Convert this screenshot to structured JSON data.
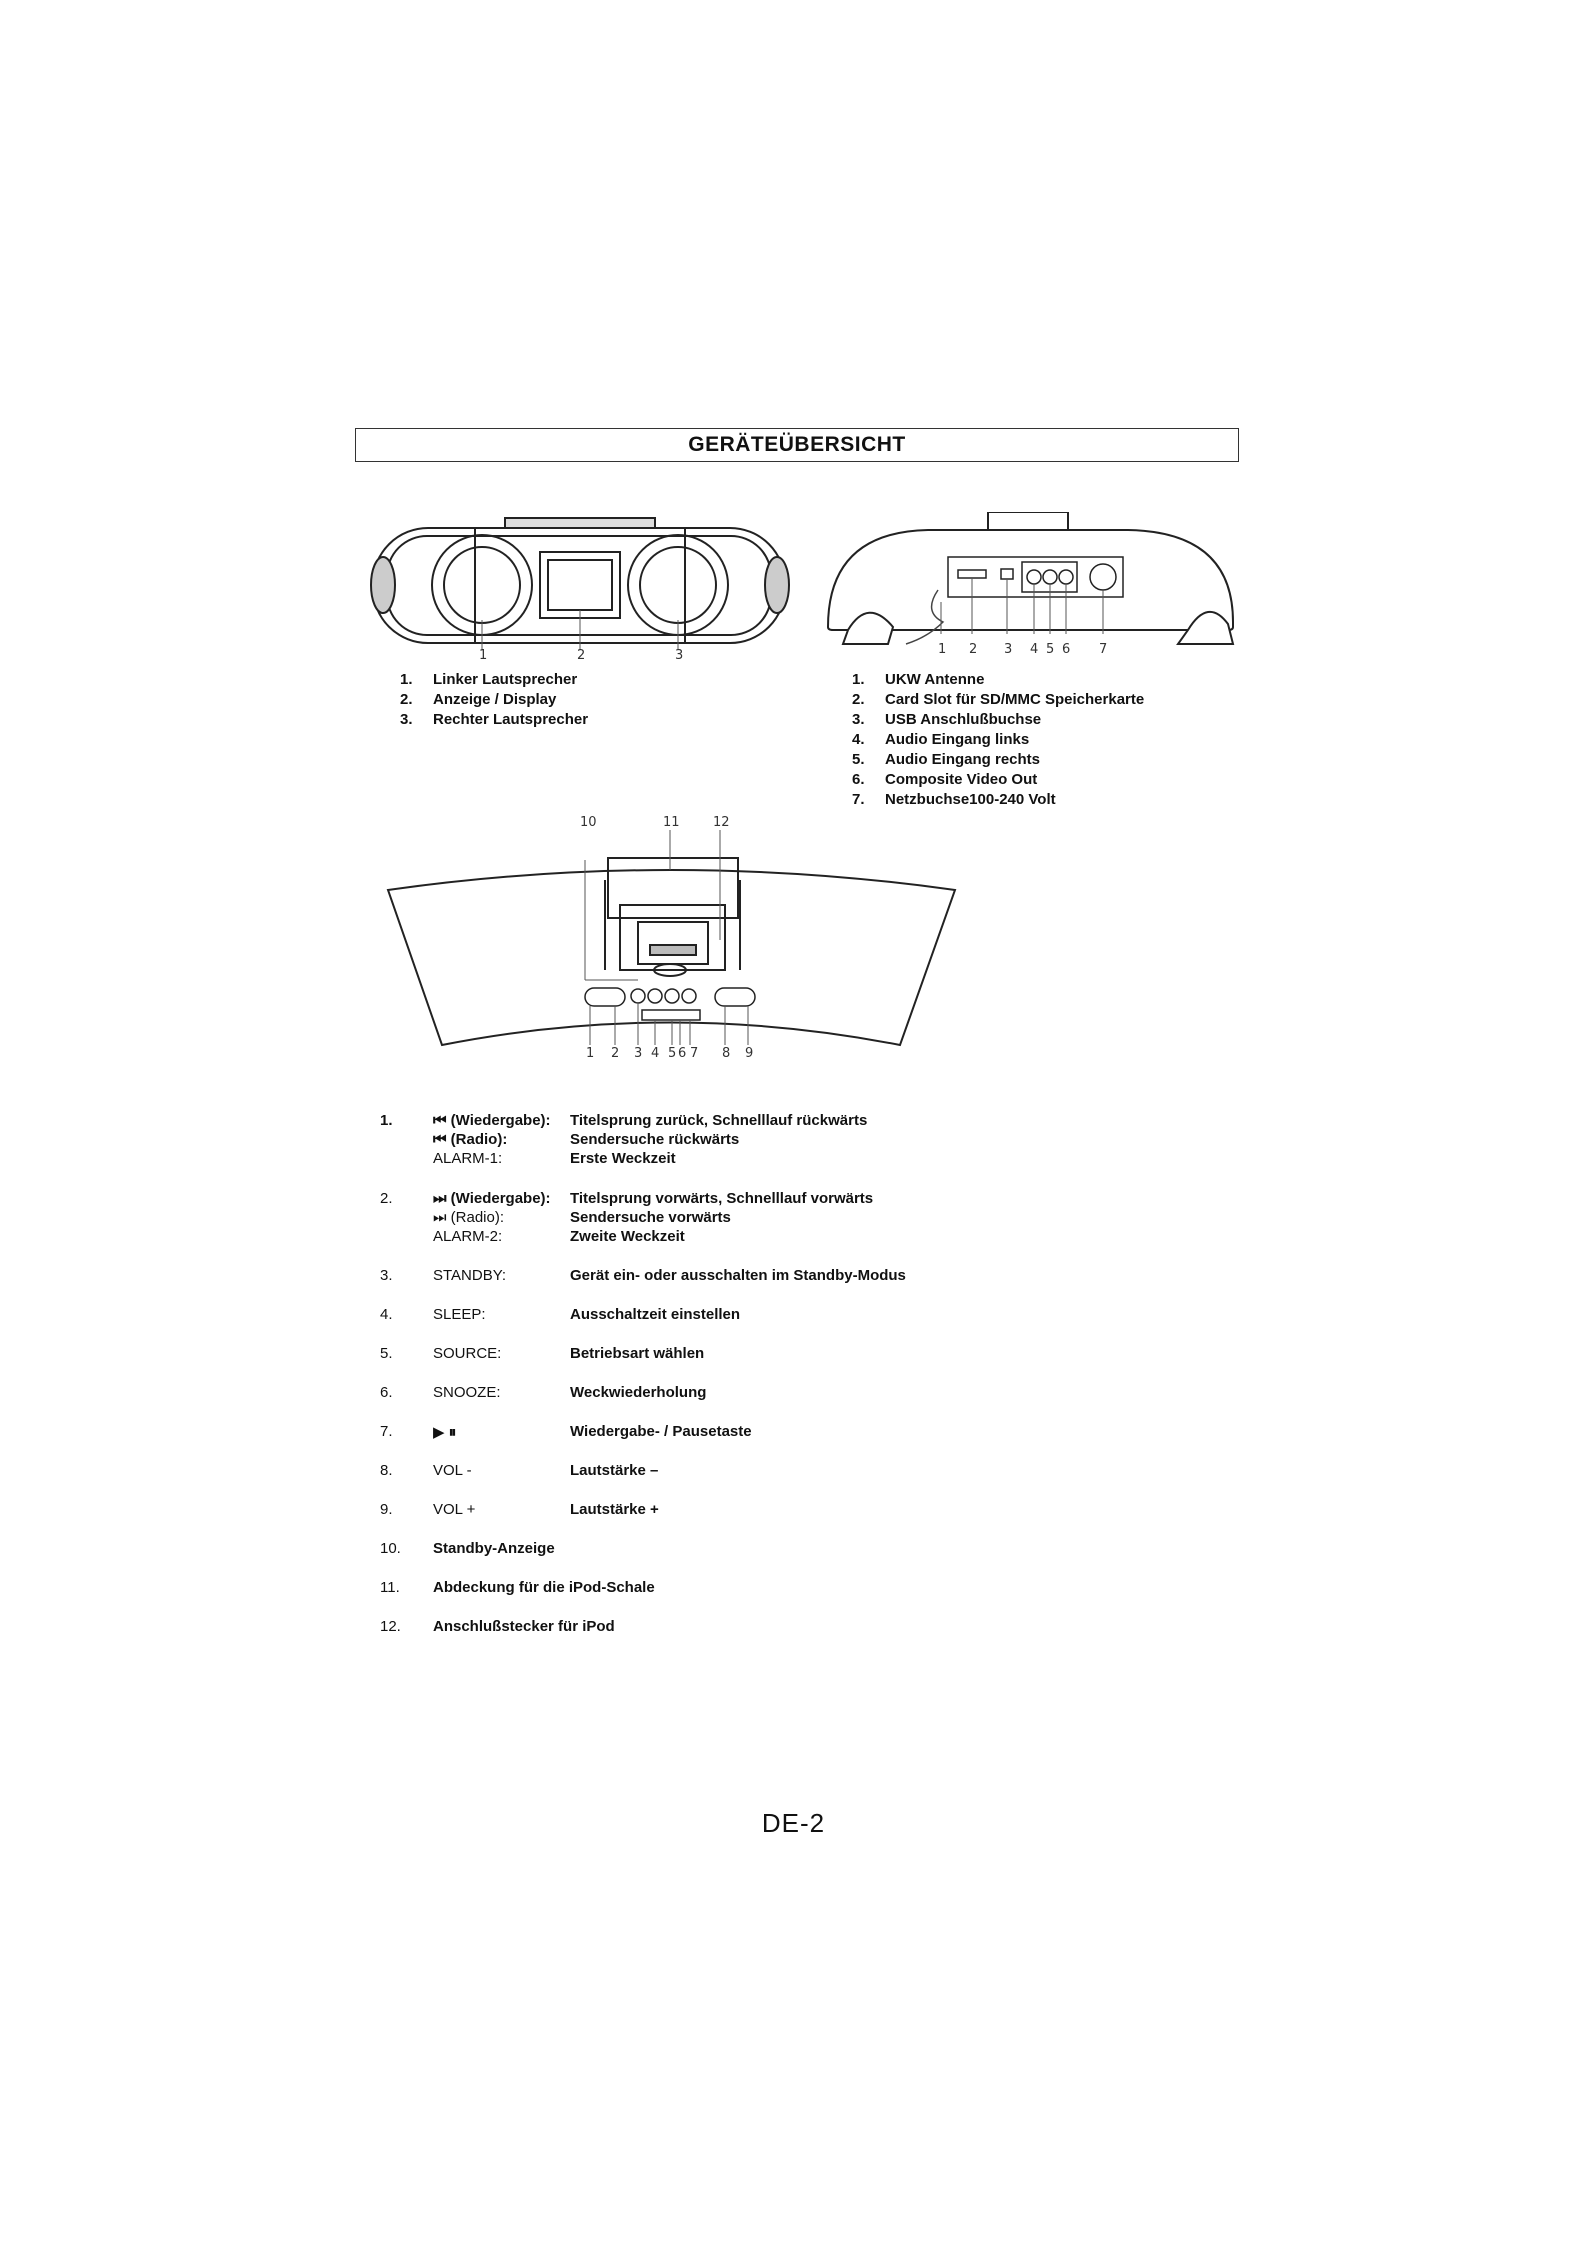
{
  "title": "GERÄTEÜBERSICHT",
  "front_view": {
    "callouts": [
      "1",
      "2",
      "3"
    ],
    "items": [
      {
        "num": "1.",
        "label": "Linker Lautsprecher"
      },
      {
        "num": "2.",
        "label": "Anzeige / Display"
      },
      {
        "num": "3.",
        "label": "Rechter Lautsprecher"
      }
    ]
  },
  "back_view": {
    "callouts": [
      "1",
      "2",
      "3",
      "4",
      "5",
      "6",
      "7"
    ],
    "items": [
      {
        "num": "1.",
        "label": "UKW Antenne"
      },
      {
        "num": "2.",
        "label": "Card Slot  für SD/MMC Speicherkarte"
      },
      {
        "num": "3.",
        "label": "USB Anschlußbuchse"
      },
      {
        "num": "4.",
        "label": "Audio Eingang links"
      },
      {
        "num": "5.",
        "label": "Audio Eingang rechts"
      },
      {
        "num": "6.",
        "label": "Composite Video Out"
      },
      {
        "num": "7.",
        "label": "Netzbuchse100-240 Volt"
      }
    ]
  },
  "top_view": {
    "callouts_top": [
      "10",
      "11",
      "12"
    ],
    "callouts_bottom": [
      "1",
      "2",
      "3",
      "4",
      "5",
      "6",
      "7",
      "8",
      "9"
    ]
  },
  "controls": [
    {
      "num": "1.",
      "lines": [
        {
          "key": "⏮ (Wiedergabe):",
          "desc": "Titelsprung zurück, Schnelllauf rückwärts"
        },
        {
          "key": "⏮ (Radio):",
          "desc": "Sendersuche rückwärts"
        },
        {
          "key": "ALARM-1:",
          "desc": "Erste Weckzeit"
        }
      ]
    },
    {
      "num": "2.",
      "lines": [
        {
          "key": "⏭ (Wiedergabe):",
          "desc": "Titelsprung vorwärts, Schnelllauf vorwärts"
        },
        {
          "key": "⏭  (Radio):",
          "desc": "Sendersuche vorwärts"
        },
        {
          "key": "ALARM-2:",
          "desc": "Zweite Weckzeit"
        }
      ]
    },
    {
      "num": "3.",
      "key": "STANDBY:",
      "desc": "Gerät ein- oder ausschalten im Standby-Modus"
    },
    {
      "num": "4.",
      "key": "SLEEP:",
      "desc": "Ausschaltzeit einstellen"
    },
    {
      "num": "5.",
      "key": "SOURCE:",
      "desc": "Betriebsart wählen"
    },
    {
      "num": "6.",
      "key": "SNOOZE:",
      "desc": "Weckwiederholung"
    },
    {
      "num": "7.",
      "key": "▶ ⏸",
      "desc": "Wiedergabe- / Pausetaste"
    },
    {
      "num": "8.",
      "key": "VOL -",
      "desc": "Lautstärke –"
    },
    {
      "num": "9.",
      "key": "VOL +",
      "desc": "Lautstärke +"
    },
    {
      "num": "10.",
      "key": "Standby-Anzeige",
      "desc": ""
    },
    {
      "num": "11.",
      "key": "Abdeckung für die iPod-Schale",
      "desc": ""
    },
    {
      "num": "12.",
      "key": "Anschlußstecker für iPod",
      "desc": ""
    }
  ],
  "page_number": "DE-2"
}
